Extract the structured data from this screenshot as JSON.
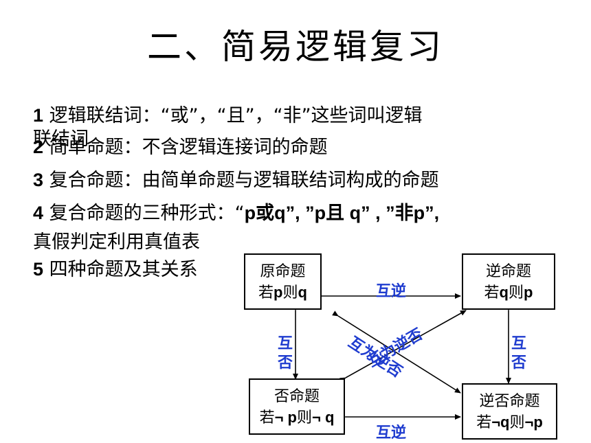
{
  "title": "二、简易逻辑复习",
  "items": [
    {
      "num": "1",
      "text": "逻辑联结词：“或”，“且”，“非”这些词叫逻辑",
      "text2": "联结词"
    },
    {
      "num": "2",
      "text": "简单命题：不含逻辑连接词的命题"
    },
    {
      "num": "3",
      "text": "复合命题：由简单命题与逻辑联结词构成的命题"
    },
    {
      "num": "4",
      "text_a": "复合命题的三种形式：“",
      "text_b": "p或q",
      "text_c": "”, ”",
      "text_d": "p且 q",
      "text_e": "” , ”非",
      "text_f": "p",
      "text_g": "”,",
      "text2": "真假判定利用真值表"
    },
    {
      "num": "5",
      "text": "四种命题及其关系"
    }
  ],
  "diagram": {
    "original": {
      "name": "原命题",
      "stmt_a": "若",
      "stmt_b": "p",
      "stmt_c": "则",
      "stmt_d": "q"
    },
    "converse": {
      "name": "逆命题",
      "stmt_a": "若",
      "stmt_b": "q",
      "stmt_c": "则",
      "stmt_d": "p"
    },
    "inverse": {
      "name": "否命题",
      "stmt_a": "若",
      "stmt_b": "¬ p",
      "stmt_c": "则",
      "stmt_d": "¬ q"
    },
    "contrapositive": {
      "name": "逆否命题",
      "stmt_a": "若",
      "stmt_b": "¬q",
      "stmt_c": "则",
      "stmt_d": "¬p"
    },
    "labels": {
      "top": "互逆",
      "bottom": "互逆",
      "left_1": "互",
      "left_2": "否",
      "right_1": "互",
      "right_2": "否",
      "diag_1": "互为逆否",
      "diag_2": "互为逆否"
    },
    "color": "#1f3ccf"
  }
}
